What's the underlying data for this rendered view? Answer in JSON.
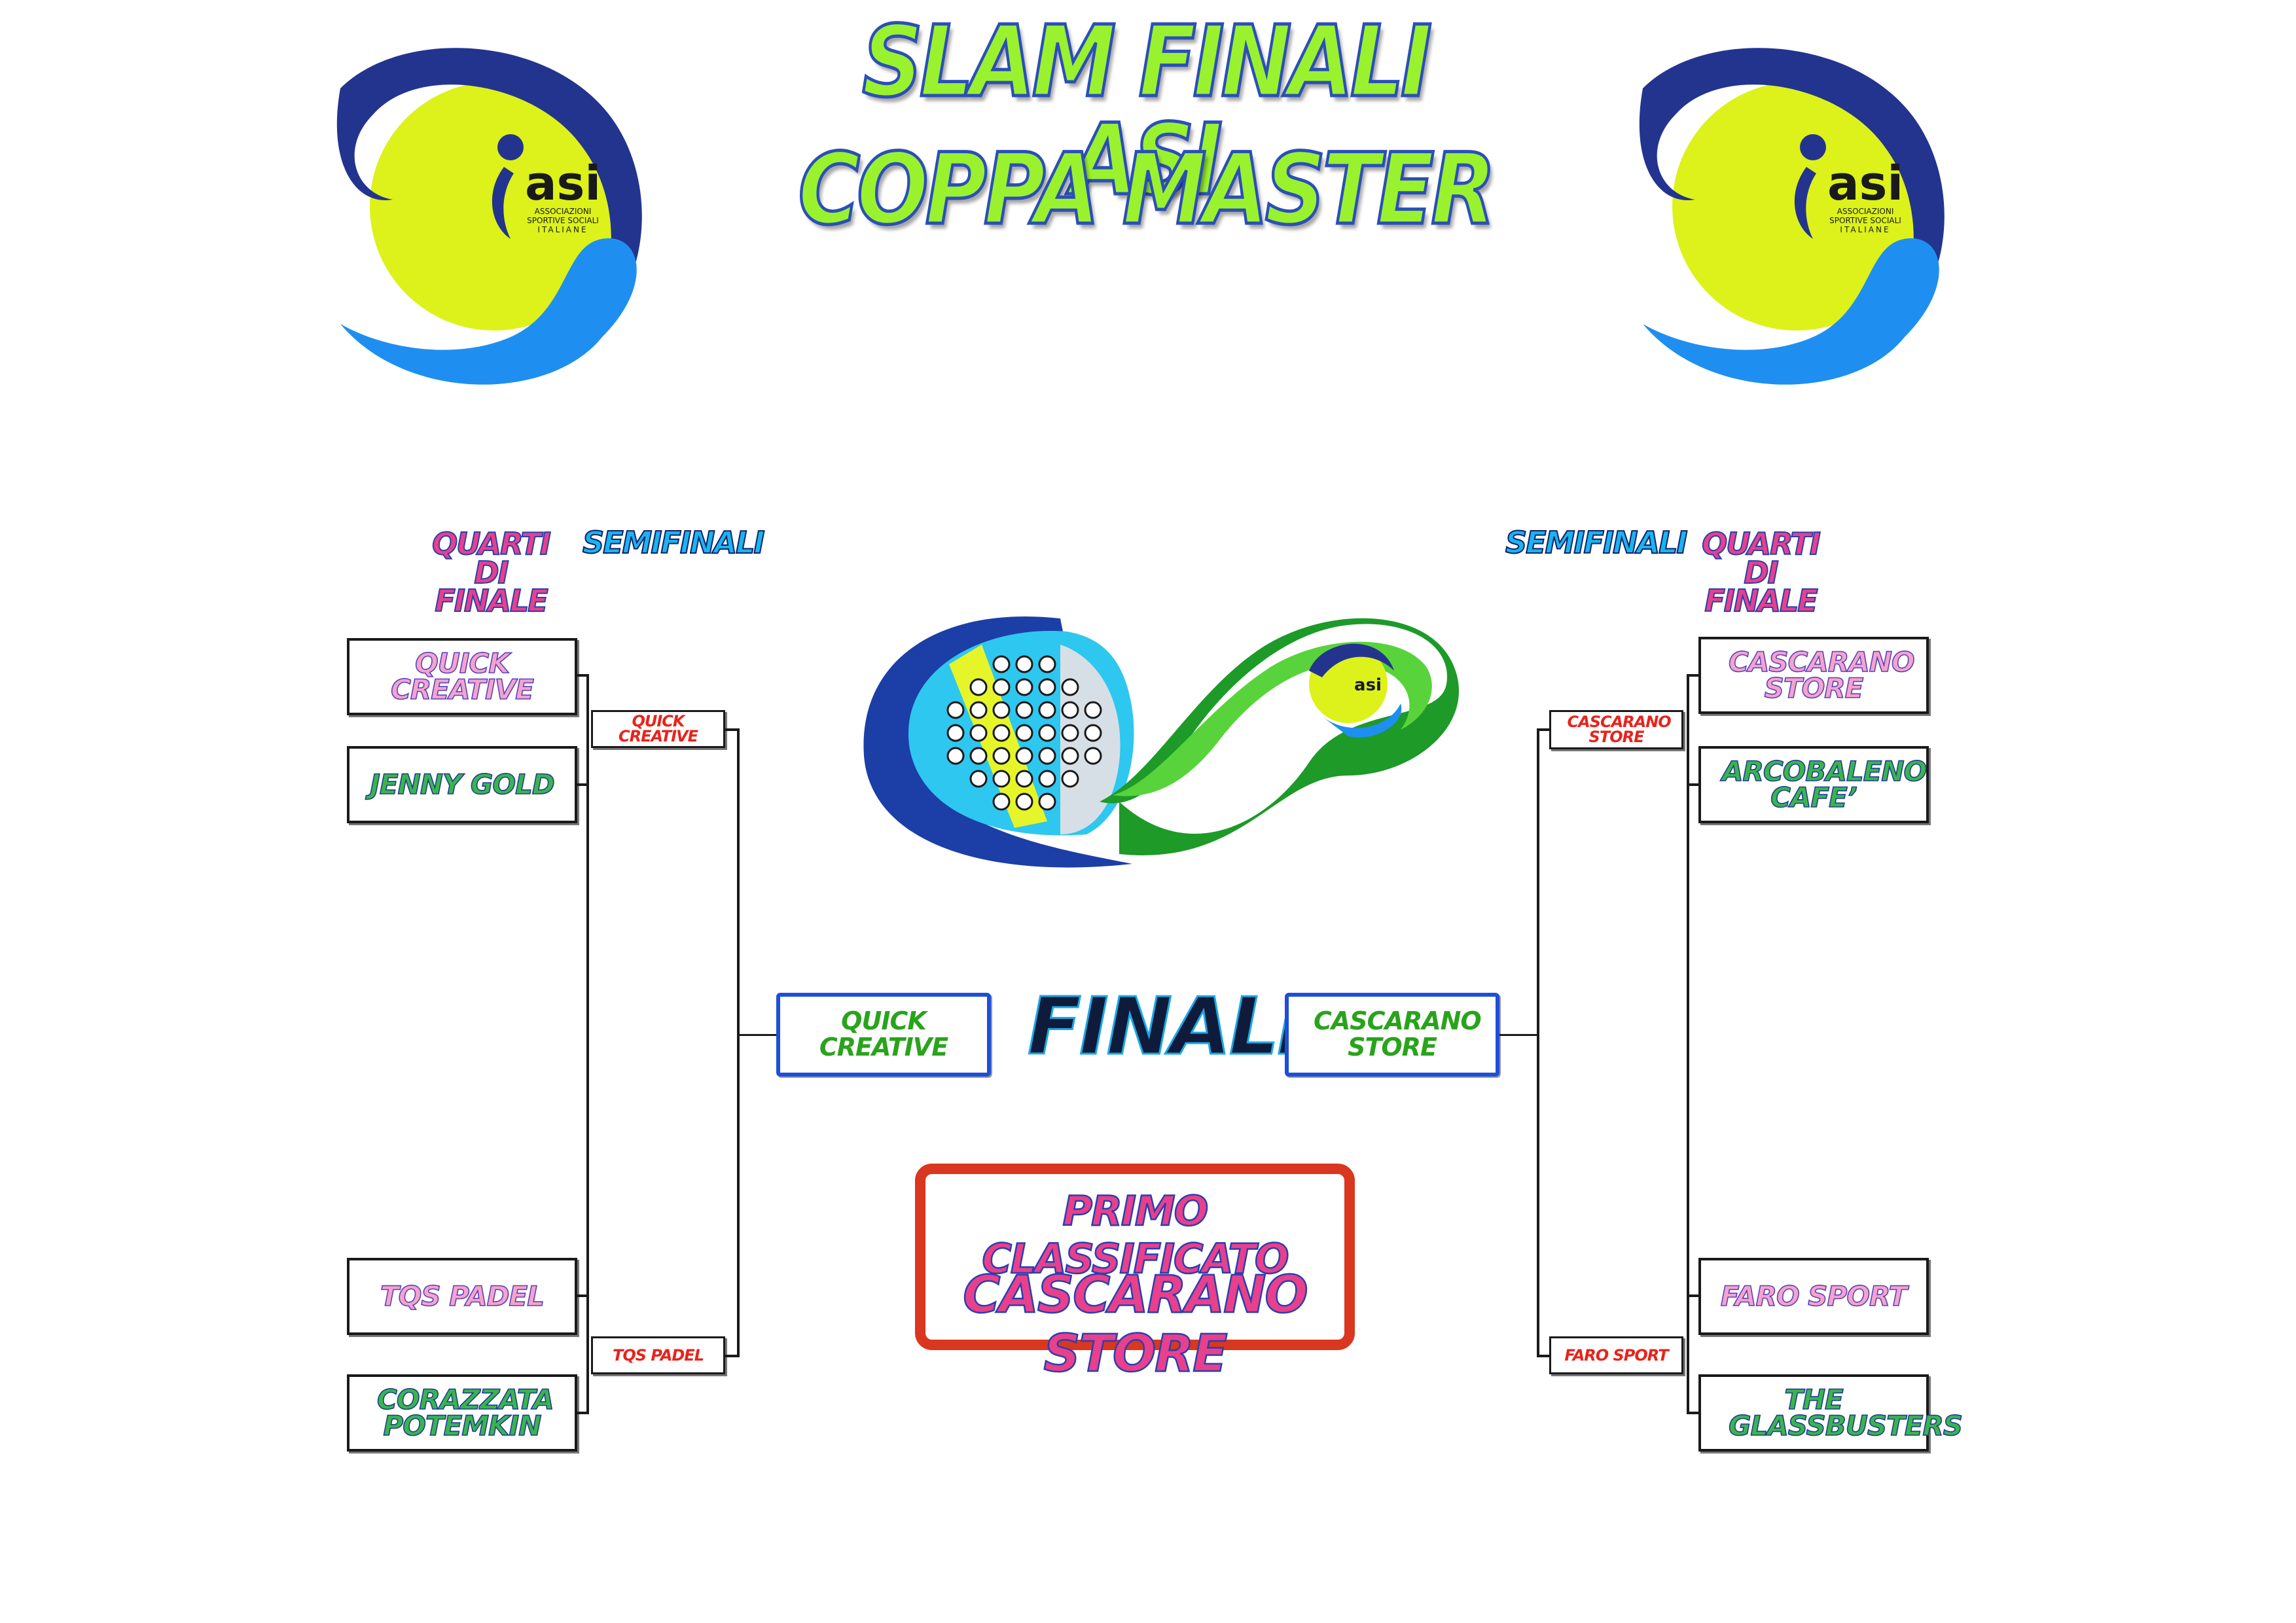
{
  "title": {
    "line1": "SLAM FINALI ASI",
    "line2": "COPPA MASTER"
  },
  "logos": {
    "main_text": "asi",
    "sub_lines": [
      "ASSOCIAZIONI",
      "SPORTIVE SOCIALI",
      "ITALIANE"
    ]
  },
  "center_logo": {
    "text": "asi"
  },
  "rounds": {
    "left": {
      "quarti": [
        "QUARTI",
        "DI",
        "FINALE"
      ],
      "semi": "SEMIFINALI"
    },
    "right": {
      "quarti": [
        "QUARTI",
        "DI",
        "FINALE"
      ],
      "semi": "SEMIFINALI"
    }
  },
  "quarterfinals": {
    "left": [
      {
        "name": "QUICK CREATIVE"
      },
      {
        "name": "JENNY GOLD"
      },
      {
        "name": "TQS PADEL"
      },
      {
        "name": "CORAZZATA POTEMKIN"
      }
    ],
    "right": [
      {
        "name": "CASCARANO STORE"
      },
      {
        "name": "ARCOBALENO CAFE’"
      },
      {
        "name": "FARO SPORT"
      },
      {
        "name": "THE GLASSBUSTERS"
      }
    ]
  },
  "semifinals": {
    "left": [
      {
        "name": "QUICK CREATIVE"
      },
      {
        "name": "TQS PADEL"
      }
    ],
    "right": [
      {
        "name": "CASCARANO STORE"
      },
      {
        "name": "FARO SPORT"
      }
    ]
  },
  "final": {
    "label": "FINALE",
    "left": "QUICK CREATIVE",
    "right": "CASCARANO STORE"
  },
  "winner": {
    "label": "PRIMO CLASSIFICATO",
    "name": "CASCARANO STORE"
  },
  "colors": {
    "title_fill": "#9af22e",
    "title_stroke": "#2a4fb8",
    "ball_yellow": "#dcf21a",
    "logo_blue": "#23348f",
    "logo_light_blue": "#1e8ff0",
    "final_border": "#1d4fd8",
    "winner_border": "#d9371f"
  }
}
